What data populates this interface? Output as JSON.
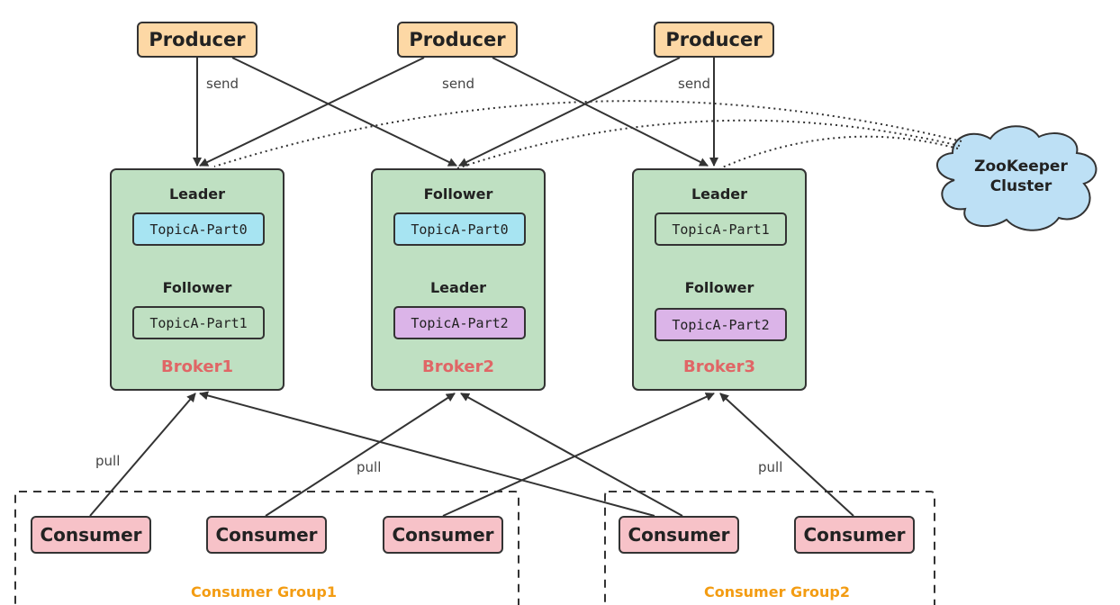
{
  "producers": [
    {
      "label": "Producer"
    },
    {
      "label": "Producer"
    },
    {
      "label": "Producer"
    }
  ],
  "edge_labels": {
    "send": [
      "send",
      "send",
      "send"
    ],
    "pull": [
      "pull",
      "pull",
      "pull"
    ]
  },
  "brokers": [
    {
      "name": "Broker1",
      "role1": "Leader",
      "part1": "TopicA-Part0",
      "role2": "Follower",
      "part2": "TopicA-Part1"
    },
    {
      "name": "Broker2",
      "role1": "Follower",
      "part1": "TopicA-Part0",
      "role2": "Leader",
      "part2": "TopicA-Part2"
    },
    {
      "name": "Broker3",
      "role1": "Leader",
      "part1": "TopicA-Part1",
      "role2": "Follower",
      "part2": "TopicA-Part2"
    }
  ],
  "zookeeper": {
    "line1": "ZooKeeper",
    "line2": "Cluster"
  },
  "consumers": [
    "Consumer",
    "Consumer",
    "Consumer",
    "Consumer",
    "Consumer"
  ],
  "groups": [
    "Consumer Group1",
    "Consumer Group2"
  ],
  "colors": {
    "producer": "#fdd8a5",
    "broker": "#bfe0c2",
    "leader_partition": "#a7e4f2",
    "partition_2": "#dbb4e8",
    "consumer": "#f7c2c8",
    "zookeeper": "#bde0f5",
    "broker_name": "#e06666",
    "group_label": "#f39c12"
  }
}
